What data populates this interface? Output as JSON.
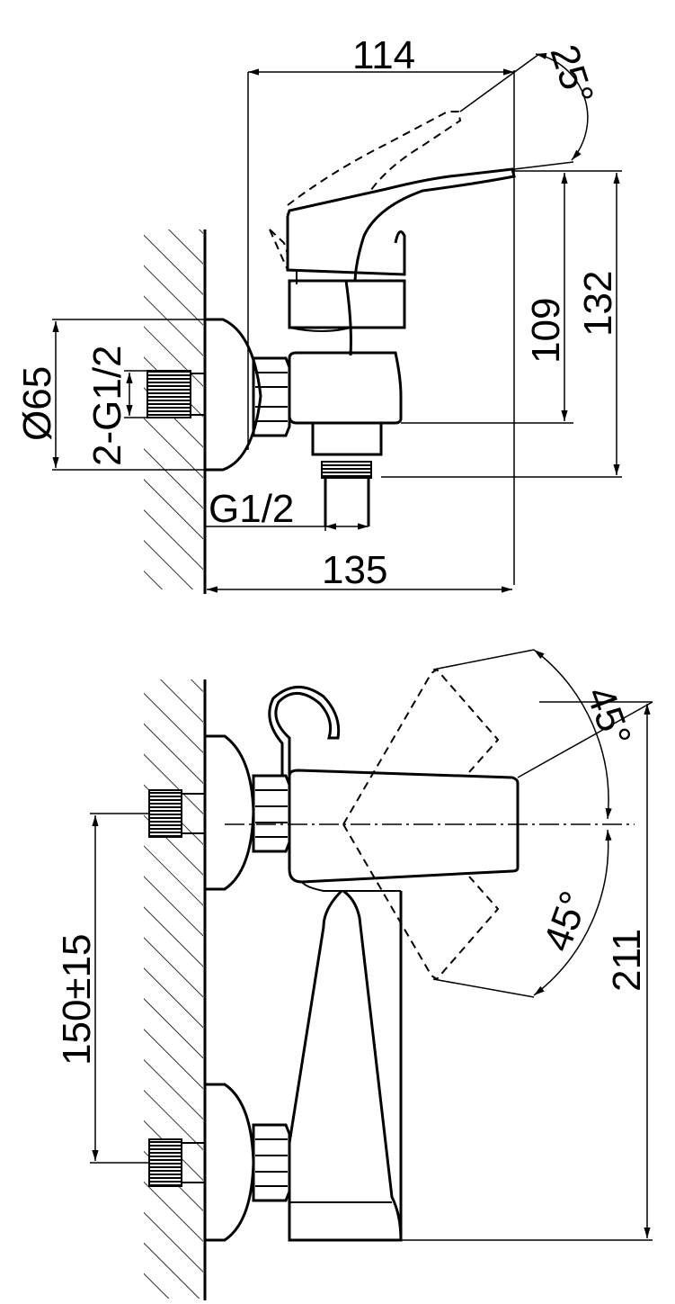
{
  "dimensions": {
    "top_width": "114",
    "top_angle": "25°",
    "height_spout": "109",
    "height_total": "132",
    "flange_diameter": "Ø65",
    "connection_thread": "2-G1/2",
    "outlet_thread": "G1/2",
    "projection": "135",
    "angle_up": "45°",
    "angle_down": "45°",
    "center_distance": "150±15",
    "front_height": "211"
  }
}
